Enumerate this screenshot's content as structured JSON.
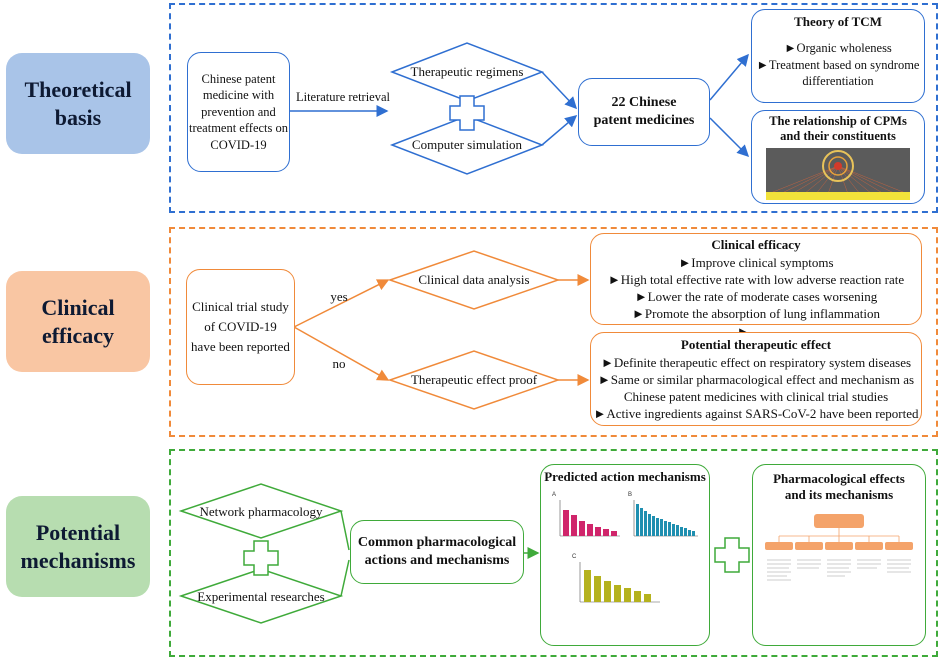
{
  "sections": {
    "theoretical": {
      "label": "Theoretical\nbasis",
      "color": "#a9c4e8",
      "border": "#2f6fd1"
    },
    "clinical": {
      "label": "Clinical\nefficacy",
      "color": "#f9c6a3",
      "border": "#f08a3a"
    },
    "mechanisms": {
      "label": "Potential\nmechanisms",
      "color": "#b7ddb0",
      "border": "#3faa3a"
    }
  },
  "top": {
    "source_box": "Chinese patent\nmedicine with\nprevention and\ntreatment effects\non  COVID-19",
    "arrow_label": "Literature retrieval",
    "diamond_1": "Therapeutic regimens",
    "diamond_2": "Computer simulation",
    "center_box": "22 Chinese\npatent medicines",
    "tcm_title": "Theory of TCM",
    "tcm_items": [
      "►Organic wholeness",
      "►Treatment based on syndrome\ndifferentiation"
    ],
    "relation_title": "The relationship of  CPMs\nand their constituents"
  },
  "middle": {
    "source_box": "Clinical trial study\nof   COVID-19\nhave been reported",
    "yes_label": "yes",
    "no_label": "no",
    "diamond_1": "Clinical data analysis",
    "diamond_2": "Therapeutic effect proof",
    "efficacy_title": "Clinical efficacy",
    "efficacy_items": [
      "►Improve clinical symptoms",
      "►High total effective rate with low adverse reaction rate",
      "►Lower the rate of moderate cases worsening",
      "►Promote the absorption of lung inflammation",
      "►……"
    ],
    "potential_title": "Potential therapeutic effect",
    "potential_items": [
      "►Definite therapeutic effect on respiratory system diseases",
      "►Same or similar pharmacological effect and mechanism as\nChinese patent medicines with clinical trial studies",
      "►Active ingredients against SARS-CoV-2 have been reported"
    ]
  },
  "bottom": {
    "diamond_1": "Network pharmacology",
    "diamond_2": "Experimental researches",
    "center_box": "Common pharmacological\nactions and mechanisms",
    "predicted_title": "Predicted action mechanisms",
    "effects_title": "Pharmacological effects\nand its mechanisms"
  },
  "colors": {
    "blue": "#2f6fd1",
    "orange": "#f08a3a",
    "green": "#3faa3a",
    "magenta": "#d0256b",
    "teal": "#1f8fb0",
    "olive": "#b5b21e"
  }
}
